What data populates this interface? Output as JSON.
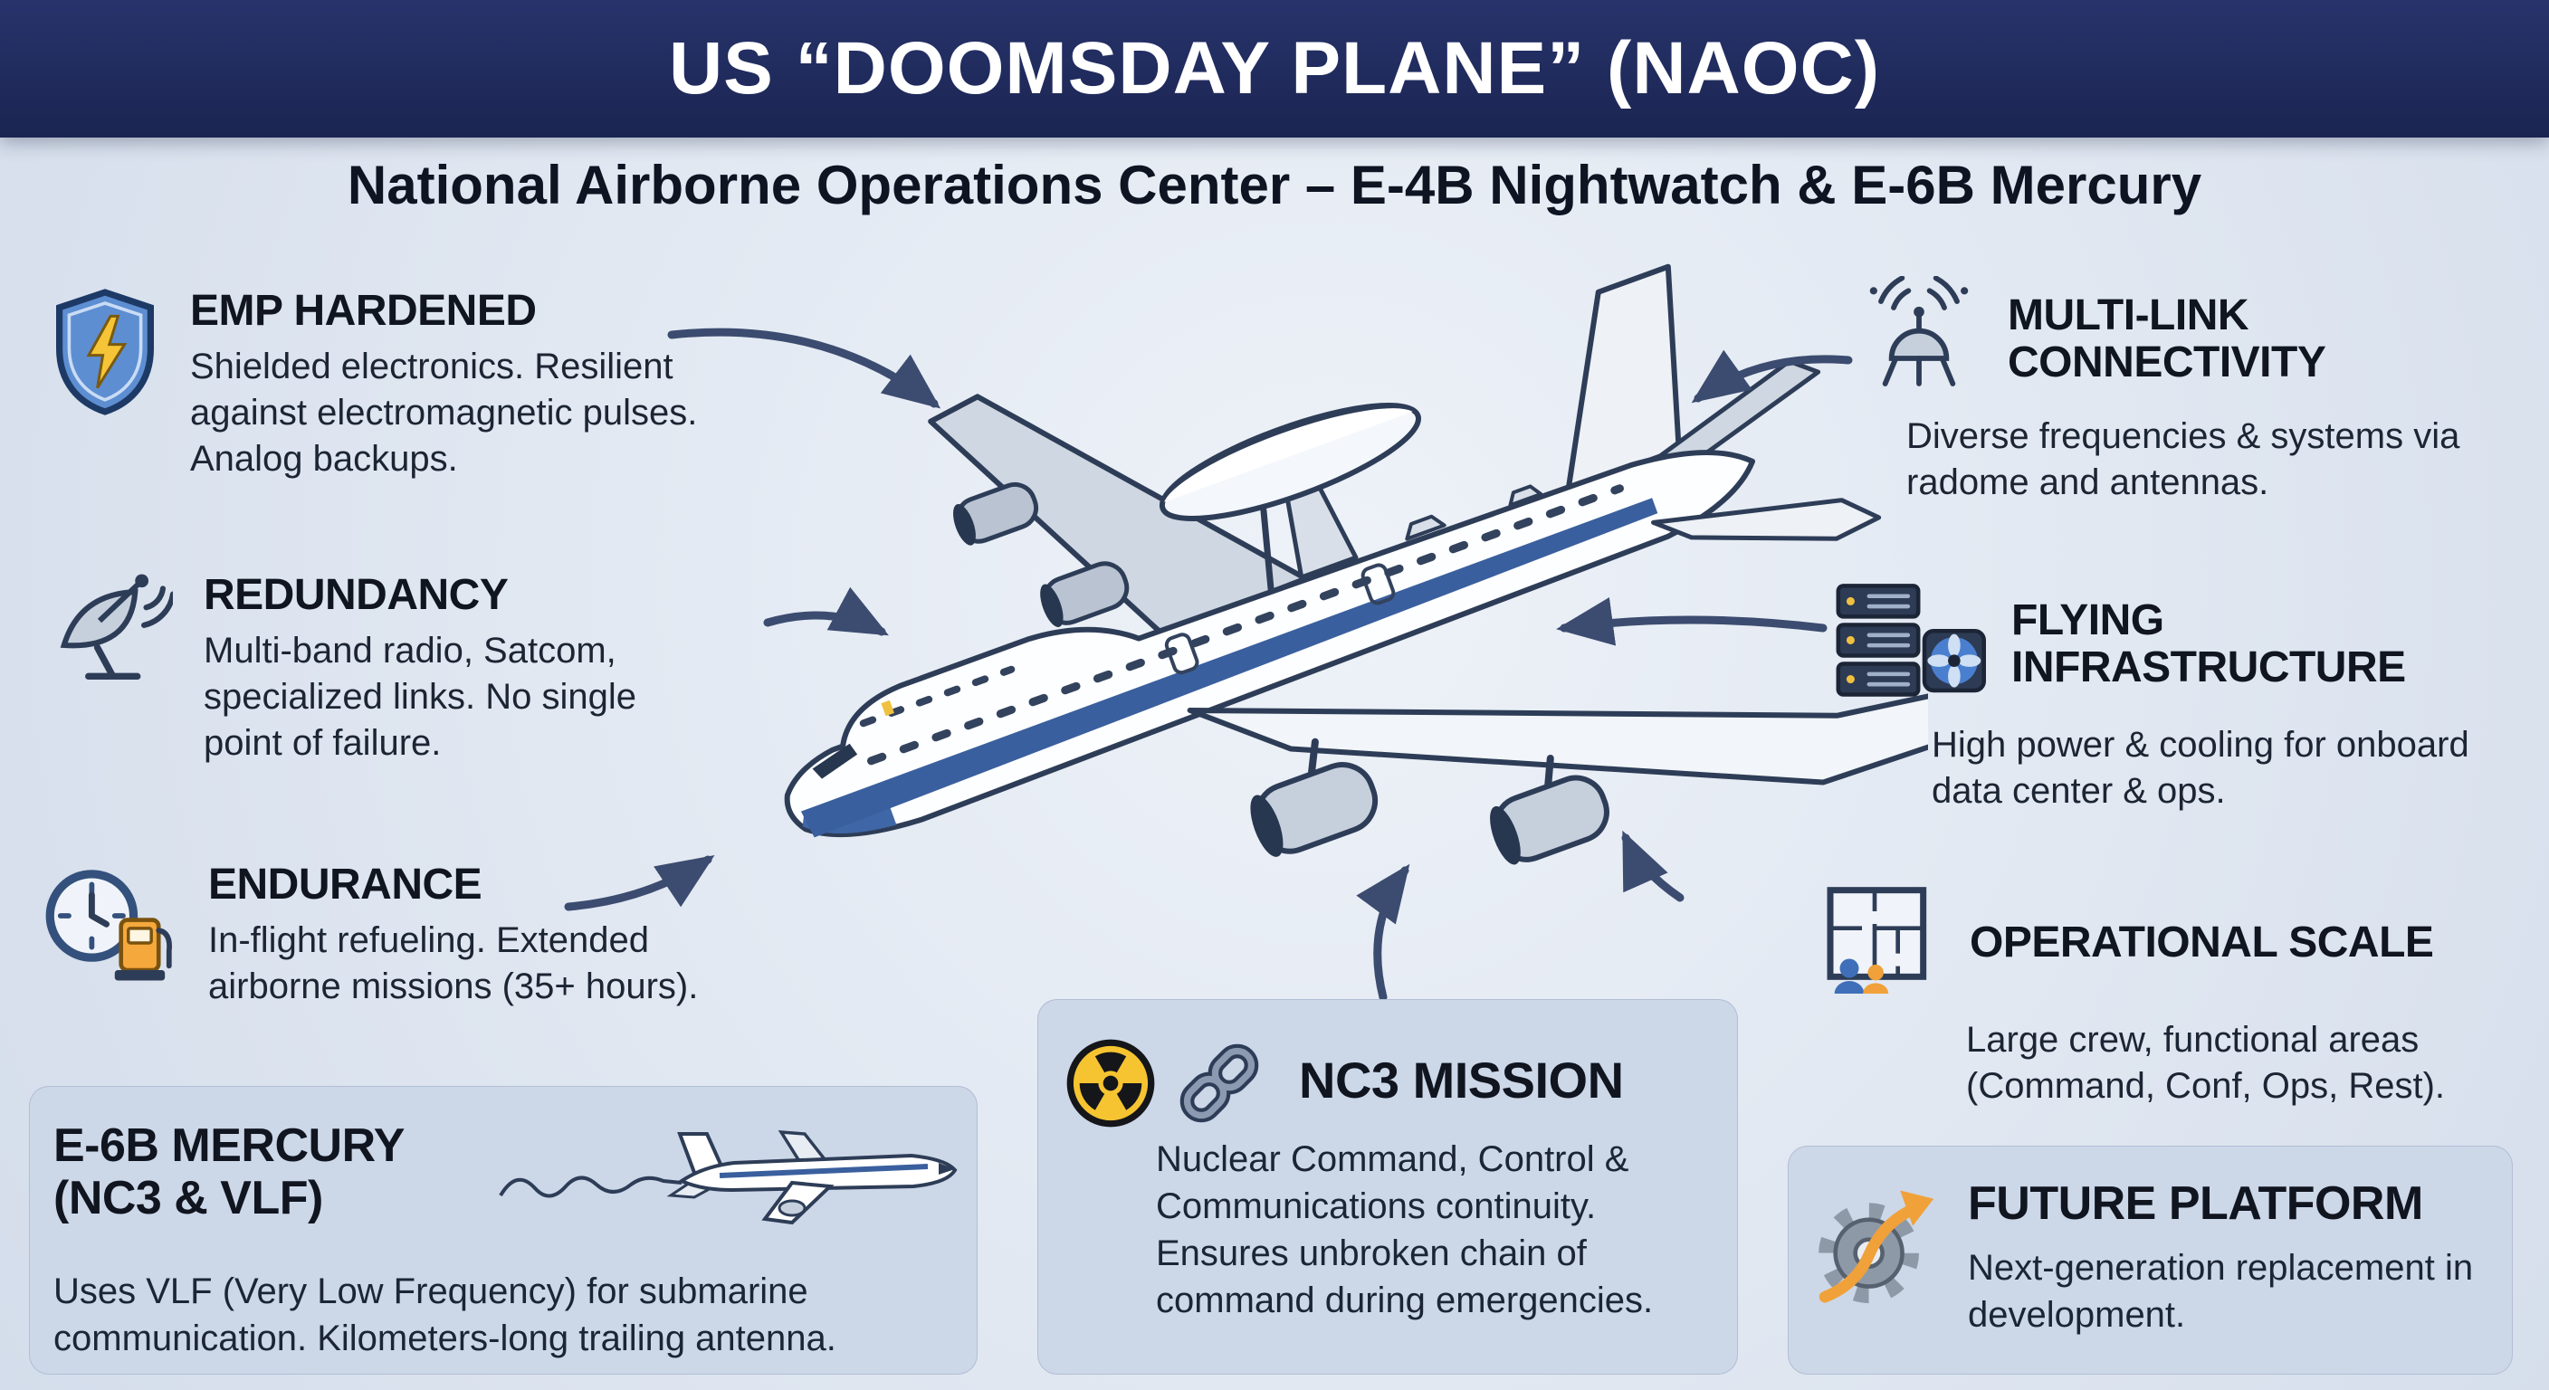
{
  "header": {
    "title": "US “DOOMSDAY PLANE” (NAOC)"
  },
  "subtitle": "National Airborne Operations Center – E-4B Nightwatch & E-6B Mercury",
  "colors": {
    "banner_navy": "#1e2a5b",
    "background": "#e0e7f1",
    "box_fill": "#ccd7e8",
    "stripe_blue": "#3a5f9e",
    "arrow": "#3c4c70",
    "heading_text": "#10151f",
    "body_text": "#1c2533",
    "accent_yellow": "#f6c437",
    "accent_orange": "#f0a13a"
  },
  "features_left": [
    {
      "id": "emp-hardened",
      "icon": "shield-lightning-icon",
      "heading": "EMP HARDENED",
      "body": "Shielded electronics. Resilient against electromagnetic pulses. Analog backups."
    },
    {
      "id": "redundancy",
      "icon": "satellite-dish-icon",
      "heading": "REDUNDANCY",
      "body": "Multi-band radio, Satcom, specialized links. No single point of failure."
    },
    {
      "id": "endurance",
      "icon": "clock-fuel-icon",
      "heading": "ENDURANCE",
      "body": "In-flight refueling. Extended airborne missions (35+ hours)."
    }
  ],
  "features_right": [
    {
      "id": "multi-link-connectivity",
      "icon": "antenna-dome-icon",
      "heading": "MULTI-LINK CONNECTIVITY",
      "body": "Diverse frequencies & systems via radome and antennas."
    },
    {
      "id": "flying-infrastructure",
      "icon": "server-fan-icon",
      "heading": "FLYING INFRASTRUCTURE",
      "body": "High power & cooling for onboard data center & ops."
    },
    {
      "id": "operational-scale",
      "icon": "floorplan-icon",
      "heading": "OPERATIONAL SCALE",
      "body": "Large crew, functional areas (Command, Conf, Ops, Rest)."
    }
  ],
  "mercury_box": {
    "icon": "e6b-mercury-plane-icon",
    "heading": "E-6B MERCURY (NC3 & VLF)",
    "body": "Uses VLF (Very Low Frequency) for submarine communication. Kilometers-long trailing antenna."
  },
  "nc3_box": {
    "icons": [
      "radiation-icon",
      "chain-link-icon"
    ],
    "heading": "NC3 MISSION",
    "body": "Nuclear Command, Control & Communications continuity. Ensures unbroken chain of command during emergencies."
  },
  "future_box": {
    "icon": "gear-arrow-icon",
    "heading": "FUTURE PLATFORM",
    "body": "Next-generation replacement in development."
  },
  "illustration": {
    "plane_icon": "e4b-nightwatch-aircraft"
  }
}
